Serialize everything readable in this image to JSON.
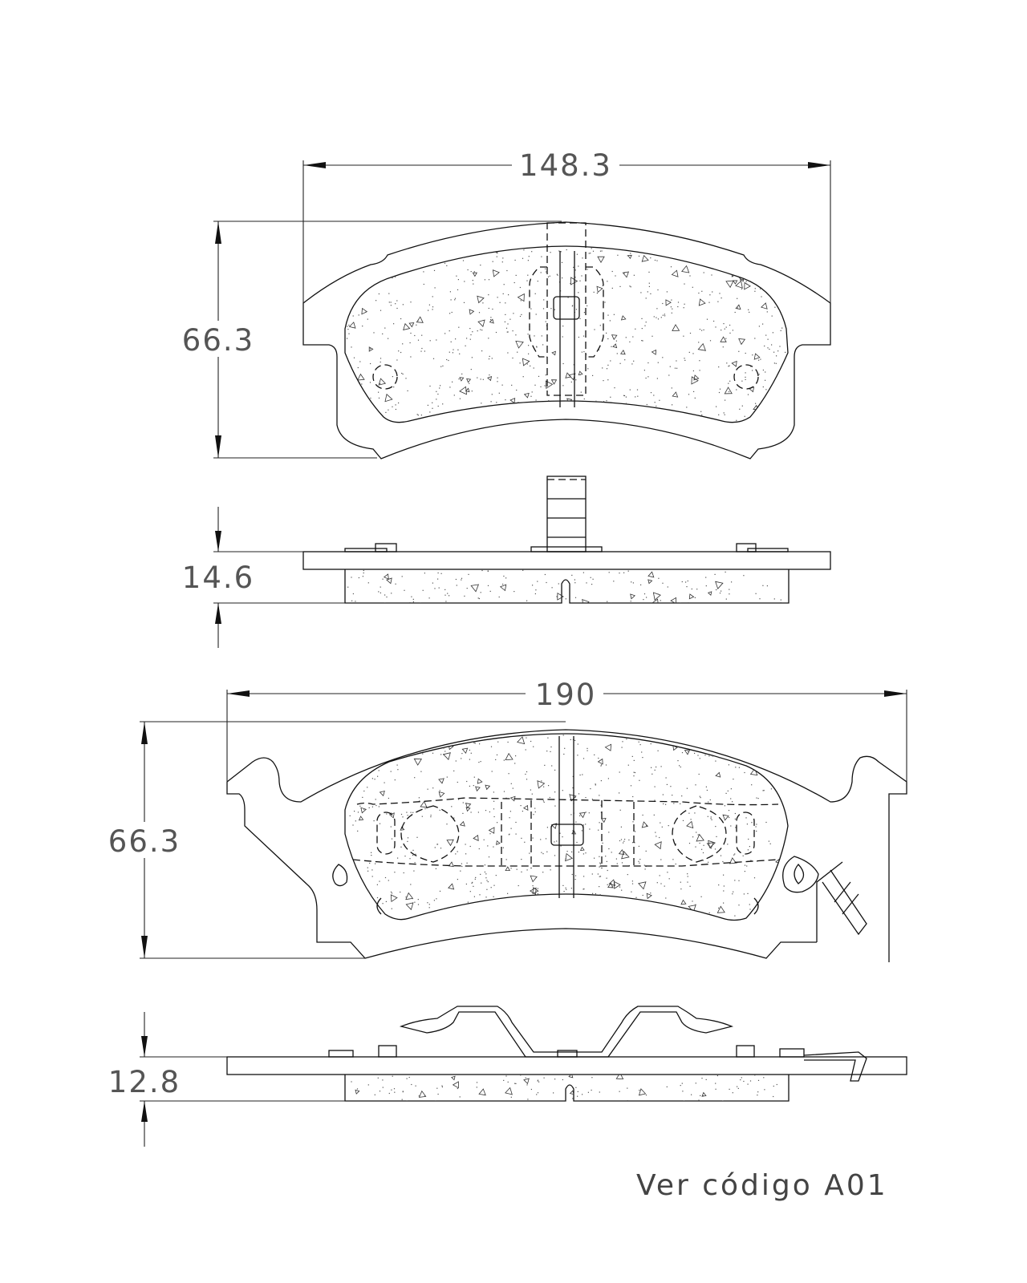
{
  "drawing": {
    "views": [
      {
        "name": "pad-1-front",
        "width_label": "148.3",
        "height_label": "66.3"
      },
      {
        "name": "pad-1-side",
        "thickness_label": "14.6"
      },
      {
        "name": "pad-2-front",
        "width_label": "190",
        "height_label": "66.3"
      },
      {
        "name": "pad-2-side",
        "thickness_label": "12.8"
      }
    ],
    "footer_note": "Ver código A01"
  }
}
